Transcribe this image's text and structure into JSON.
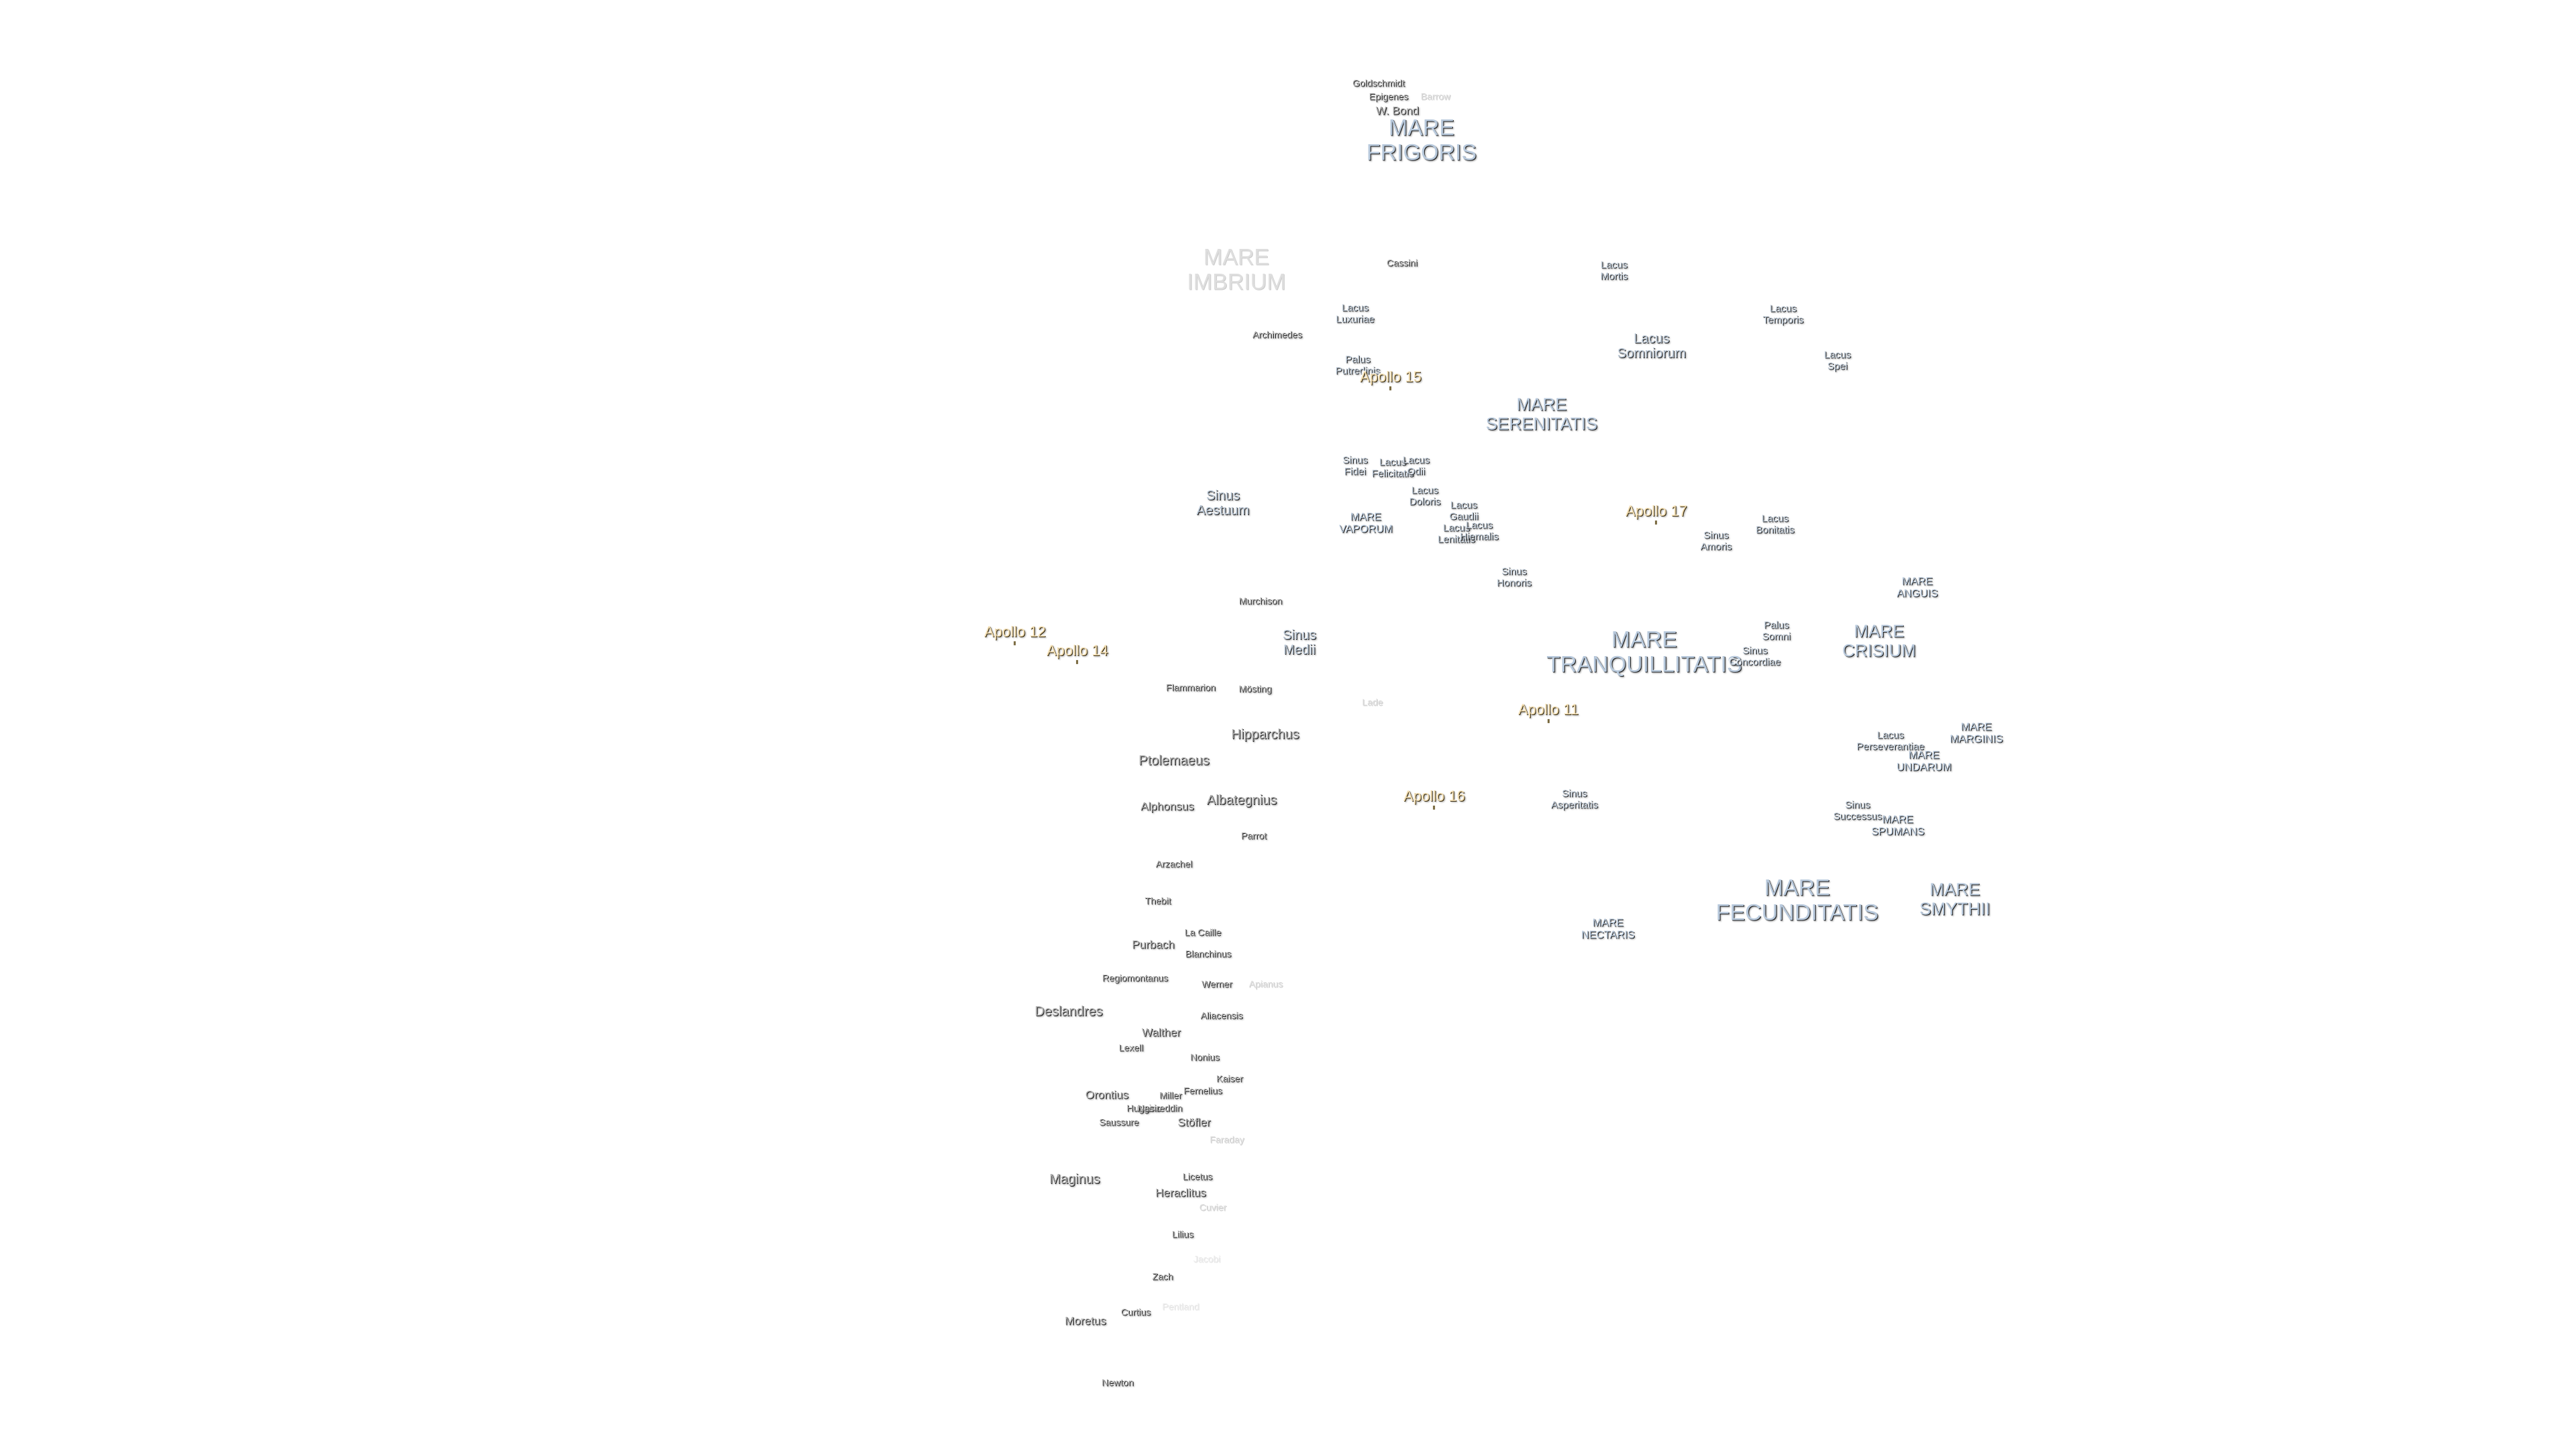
{
  "maria": [
    {
      "id": "frigoris",
      "text": "MARE\nFRIGORIS",
      "size": "big"
    },
    {
      "id": "imbrium",
      "text": "MARE\nIMBRIUM",
      "size": "big",
      "faint": true
    },
    {
      "id": "serenitatis",
      "text": "MARE\nSERENITATIS",
      "size": "mid"
    },
    {
      "id": "vaporum",
      "text": "MARE\nVAPORUM",
      "size": "small"
    },
    {
      "id": "tranquillitatis",
      "text": "MARE\nTRANQUILLITATIS",
      "size": "big"
    },
    {
      "id": "crisium",
      "text": "MARE\nCRISIUM",
      "size": "mid"
    },
    {
      "id": "anguis",
      "text": "MARE\nANGUIS",
      "size": "small"
    },
    {
      "id": "marginis",
      "text": "MARE\nMARGINIS",
      "size": "small"
    },
    {
      "id": "undarum",
      "text": "MARE\nUNDARUM",
      "size": "small"
    },
    {
      "id": "spumans",
      "text": "MARE\nSPUMANS",
      "size": "small"
    },
    {
      "id": "fecunditatis",
      "text": "MARE\nFECUNDITATIS",
      "size": "big"
    },
    {
      "id": "smythii",
      "text": "MARE\nSMYTHII",
      "size": "mid"
    },
    {
      "id": "nectaris",
      "text": "MARE\nNECTARIS",
      "size": "small"
    }
  ],
  "lakes": [
    {
      "id": "lacus-mortis",
      "text": "Lacus\nMortis"
    },
    {
      "id": "lacus-somniorum",
      "text": "Lacus\nSomniorum",
      "big": true
    },
    {
      "id": "lacus-temporis",
      "text": "Lacus\nTemporis"
    },
    {
      "id": "lacus-spei",
      "text": "Lacus\nSpei"
    },
    {
      "id": "palus-putredinis",
      "text": "Palus\nPutredinis"
    },
    {
      "id": "sinus-fidei",
      "text": "Sinus\nFidei"
    },
    {
      "id": "lacus-felicitatis",
      "text": "Lacus\nFelicitatis"
    },
    {
      "id": "lacus-odii",
      "text": "Lacus\nOdii"
    },
    {
      "id": "lacus-doloris",
      "text": "Lacus\nDoloris"
    },
    {
      "id": "lacus-gaudii",
      "text": "Lacus\nGaudii"
    },
    {
      "id": "lacus-lenitatis",
      "text": "Lacus\nLenitatis"
    },
    {
      "id": "lacus-hiemalis",
      "text": "Lacus\nHiemalis"
    },
    {
      "id": "sinus-aestuum",
      "text": "Sinus\nAestuum",
      "big": true
    },
    {
      "id": "sinus-amoris",
      "text": "Sinus\nAmoris"
    },
    {
      "id": "lacus-bonitatis",
      "text": "Lacus\nBonitatis"
    },
    {
      "id": "sinus-honoris",
      "text": "Sinus\nHonoris"
    },
    {
      "id": "sinus-medii",
      "text": "Sinus\nMedii",
      "big": true
    },
    {
      "id": "palus-somni",
      "text": "Palus\nSomni"
    },
    {
      "id": "sinus-concordiae",
      "text": "Sinus\nConcordiae"
    },
    {
      "id": "lacus-perseverantiae",
      "text": "Lacus\nPerseverantiae"
    },
    {
      "id": "sinus-asperitatis",
      "text": "Sinus\nAsperitatis"
    },
    {
      "id": "sinus-successus",
      "text": "Sinus\nSuccessus"
    },
    {
      "id": "lacus-luxuriae",
      "text": "Lacus\nLuxuriae"
    }
  ],
  "craters": [
    {
      "id": "goldschmidt",
      "text": "Goldschmidt"
    },
    {
      "id": "epigenes",
      "text": "Epigenes"
    },
    {
      "id": "barrow",
      "text": "Barrow",
      "faint": true
    },
    {
      "id": "w-bond",
      "text": "W. Bond",
      "size": "med"
    },
    {
      "id": "cassini",
      "text": "Cassini"
    },
    {
      "id": "archimedes",
      "text": "Archimedes"
    },
    {
      "id": "murchison",
      "text": "Murchison"
    },
    {
      "id": "flammarion",
      "text": "Flammarion"
    },
    {
      "id": "mosting",
      "text": "Mösting"
    },
    {
      "id": "lade",
      "text": "Lade",
      "faint": true
    },
    {
      "id": "hipparchus",
      "text": "Hipparchus",
      "size": "lg"
    },
    {
      "id": "ptolemaeus",
      "text": "Ptolemaeus",
      "size": "lg"
    },
    {
      "id": "albategnius",
      "text": "Albategnius",
      "size": "lg"
    },
    {
      "id": "alphonsus",
      "text": "Alphonsus",
      "size": "med"
    },
    {
      "id": "parrot",
      "text": "Parrot"
    },
    {
      "id": "arzachel",
      "text": "Arzachel"
    },
    {
      "id": "thebit",
      "text": "Thebit"
    },
    {
      "id": "la-caille",
      "text": "La Caille"
    },
    {
      "id": "purbach",
      "text": "Purbach",
      "size": "med"
    },
    {
      "id": "blanchinus",
      "text": "Blanchinus"
    },
    {
      "id": "regiomontanus",
      "text": "Regiomontanus"
    },
    {
      "id": "werner",
      "text": "Werner"
    },
    {
      "id": "apianus",
      "text": "Apianus",
      "faint": true
    },
    {
      "id": "deslandres",
      "text": "Deslandres",
      "size": "lg"
    },
    {
      "id": "aliacensis",
      "text": "Aliacensis"
    },
    {
      "id": "walther",
      "text": "Walther",
      "size": "med"
    },
    {
      "id": "lexell",
      "text": "Lexell"
    },
    {
      "id": "nonius",
      "text": "Nonius"
    },
    {
      "id": "kaiser",
      "text": "Kaiser"
    },
    {
      "id": "orontius",
      "text": "Orontius",
      "size": "med"
    },
    {
      "id": "miller",
      "text": "Miller"
    },
    {
      "id": "fernelius",
      "text": "Fernelius"
    },
    {
      "id": "huggins",
      "text": "Huggins"
    },
    {
      "id": "nasireddin",
      "text": "Nasireddin"
    },
    {
      "id": "saussure",
      "text": "Saussure"
    },
    {
      "id": "stofler",
      "text": "Stöfler",
      "size": "med"
    },
    {
      "id": "faraday",
      "text": "Faraday",
      "faint": true
    },
    {
      "id": "maginus",
      "text": "Maginus",
      "size": "lg"
    },
    {
      "id": "licetus",
      "text": "Licetus"
    },
    {
      "id": "heraclitus",
      "text": "Heraclitus",
      "size": "med"
    },
    {
      "id": "cuvier",
      "text": "Cuvier",
      "faint": true
    },
    {
      "id": "lilius",
      "text": "Lilius"
    },
    {
      "id": "jacobi",
      "text": "Jacobi",
      "fainter": true
    },
    {
      "id": "zach",
      "text": "Zach"
    },
    {
      "id": "curtius",
      "text": "Curtius"
    },
    {
      "id": "pentland",
      "text": "Pentland",
      "fainter": true
    },
    {
      "id": "moretus",
      "text": "Moretus",
      "size": "med"
    },
    {
      "id": "newton",
      "text": "Newton"
    }
  ],
  "apollo": [
    {
      "id": "apollo-15",
      "text": "Apollo 15"
    },
    {
      "id": "apollo-17",
      "text": "Apollo 17"
    },
    {
      "id": "apollo-12",
      "text": "Apollo 12"
    },
    {
      "id": "apollo-14",
      "text": "Apollo 14"
    },
    {
      "id": "apollo-11",
      "text": "Apollo 11"
    },
    {
      "id": "apollo-16",
      "text": "Apollo 16"
    }
  ]
}
